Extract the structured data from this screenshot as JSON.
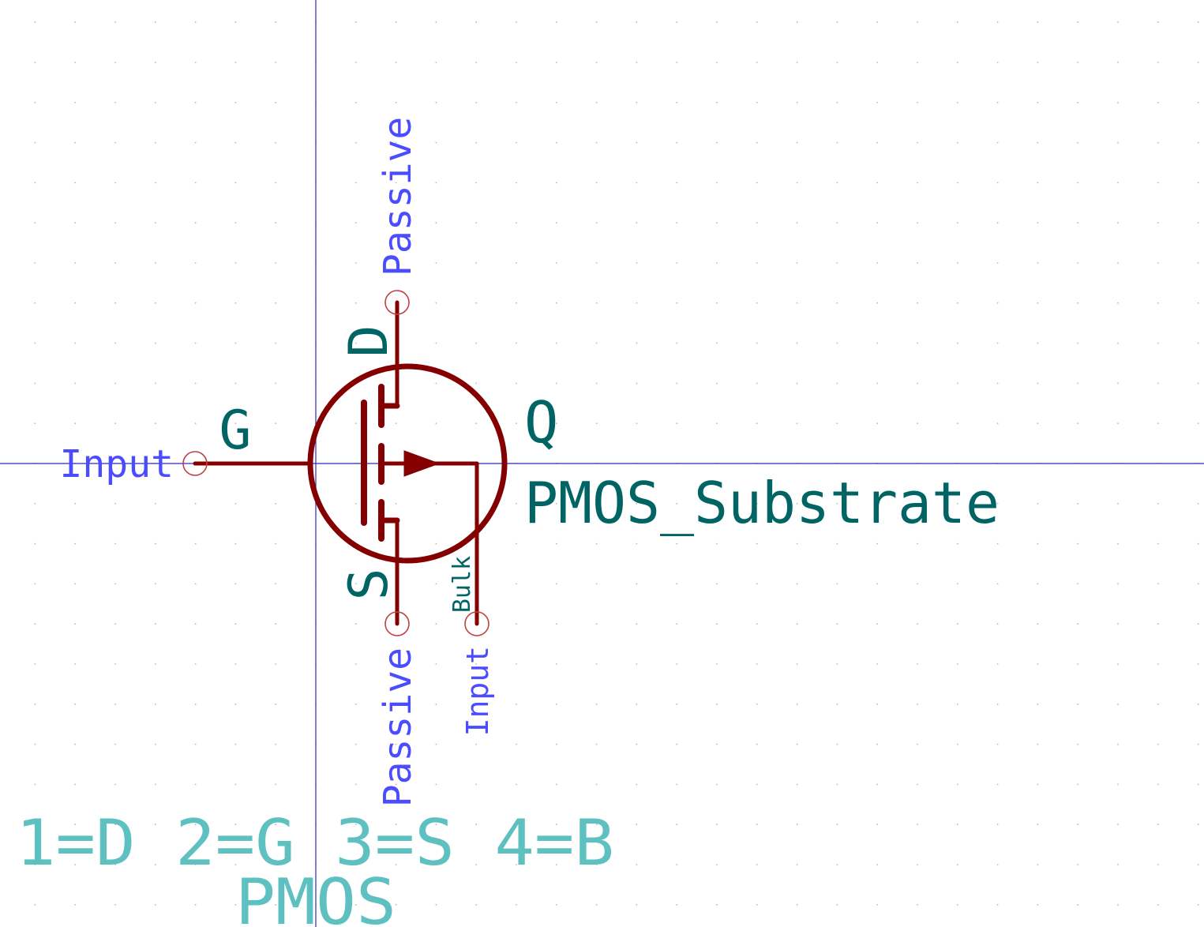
{
  "symbol": {
    "reference": "Q",
    "value": "PMOS_Substrate",
    "pin_map_field": "1=D 2=G 3=S 4=B",
    "spice_model_field": "PMOS"
  },
  "pins": {
    "gate": {
      "name": "G",
      "type": "Input"
    },
    "drain": {
      "name": "D",
      "type": "Passive"
    },
    "source": {
      "name": "S",
      "type": "Passive"
    },
    "bulk": {
      "name": "Bulk",
      "type": "Input"
    }
  },
  "colors": {
    "body": "#840000",
    "pin_name": "#006464",
    "pin_type": "#4b4bff",
    "field_text": "#5ec0c0",
    "axis": "#2b2bb8",
    "grid_dot": "#b8b8b8",
    "pin_marker": "#c04040"
  }
}
